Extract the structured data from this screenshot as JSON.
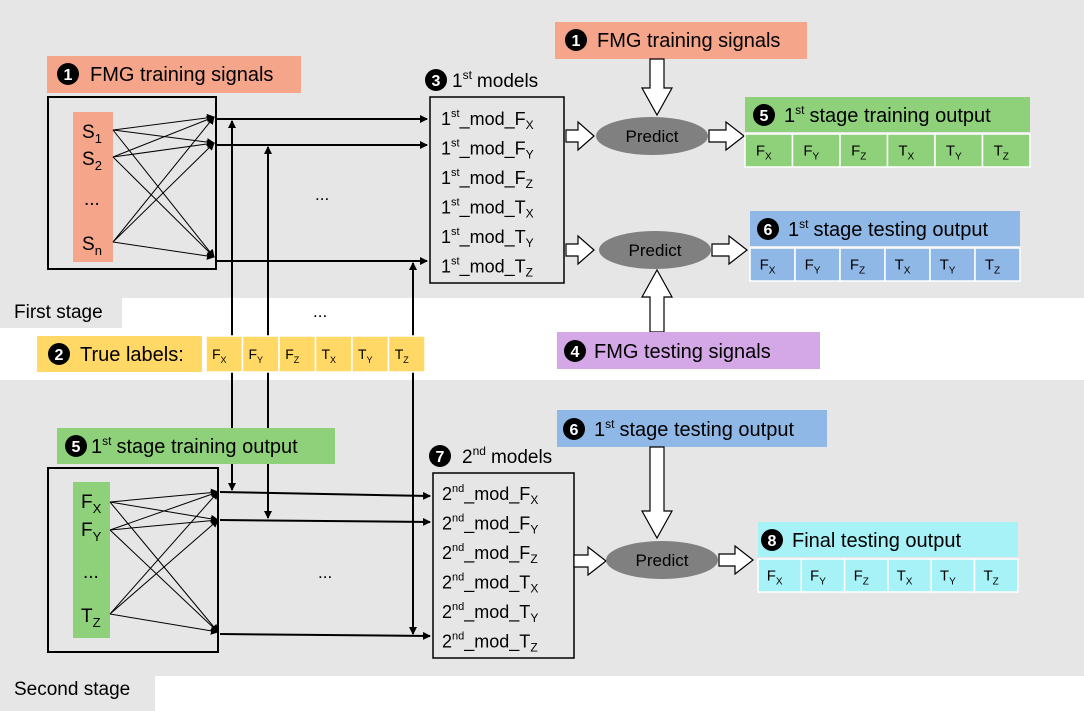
{
  "stages": {
    "first": "First stage",
    "second": "Second stage"
  },
  "sub_labels": [
    "X",
    "Y",
    "Z",
    "X",
    "Y",
    "Z"
  ],
  "steps": {
    "fmg_train": {
      "num": "1",
      "text": "FMG training signals"
    },
    "true_labels": {
      "num": "2",
      "text": "True labels:"
    },
    "models_1": {
      "num": "3",
      "sup": "st",
      "pre": "1",
      "text": "models"
    },
    "fmg_test": {
      "num": "4",
      "text": "FMG testing signals"
    },
    "train_out_1": {
      "num": "5",
      "pre": "1",
      "sup": "st",
      "text": "stage training output"
    },
    "test_out_1": {
      "num": "6",
      "pre": "1",
      "sup": "st",
      "text": "stage testing output"
    },
    "models_2": {
      "num": "7",
      "pre": "2",
      "sup": "nd",
      "text": "models"
    },
    "final_out": {
      "num": "8",
      "text": "Final testing output"
    }
  },
  "signals": {
    "s1": "S",
    "s1_sub": "1",
    "s2": "S",
    "s2_sub": "2",
    "dots": "...",
    "sn": "S",
    "sn_sub": "n"
  },
  "stage2_inputs": {
    "fx": "F",
    "fx_sub": "X",
    "fy": "F",
    "fy_sub": "Y",
    "dots": "...",
    "tz": "T",
    "tz_sub": "Z"
  },
  "outputs": [
    "F",
    "F",
    "F",
    "T",
    "T",
    "T"
  ],
  "models_1_list": [
    {
      "pre": "1",
      "sup": "st",
      "name": "_mod_F",
      "sub": "X"
    },
    {
      "pre": "1",
      "sup": "st",
      "name": "_mod_F",
      "sub": "Y"
    },
    {
      "pre": "1",
      "sup": "st",
      "name": "_mod_F",
      "sub": "Z"
    },
    {
      "pre": "1",
      "sup": "st",
      "name": "_mod_T",
      "sub": "X"
    },
    {
      "pre": "1",
      "sup": "st",
      "name": "_mod_T",
      "sub": "Y"
    },
    {
      "pre": "1",
      "sup": "st",
      "name": "_mod_T",
      "sub": "Z"
    }
  ],
  "models_2_list": [
    {
      "pre": "2",
      "sup": "nd",
      "name": "_mod_F",
      "sub": "X"
    },
    {
      "pre": "2",
      "sup": "nd",
      "name": "_mod_F",
      "sub": "Y"
    },
    {
      "pre": "2",
      "sup": "nd",
      "name": "_mod_F",
      "sub": "Z"
    },
    {
      "pre": "2",
      "sup": "nd",
      "name": "_mod_T",
      "sub": "X"
    },
    {
      "pre": "2",
      "sup": "nd",
      "name": "_mod_T",
      "sub": "Y"
    },
    {
      "pre": "2",
      "sup": "nd",
      "name": "_mod_T",
      "sub": "Z"
    }
  ],
  "predict": "Predict",
  "ellipsis": "...",
  "colors": {
    "stage_bg": "#e6e6e6",
    "fmg_train": "#f4a58a",
    "fmg_test": "#d4a8e6",
    "true_labels": "#ffd866",
    "train_out": "#8fd07a",
    "test_out": "#8fb8e6",
    "final_out": "#a6f2f7",
    "predict": "#808080",
    "badge": "#000000"
  }
}
